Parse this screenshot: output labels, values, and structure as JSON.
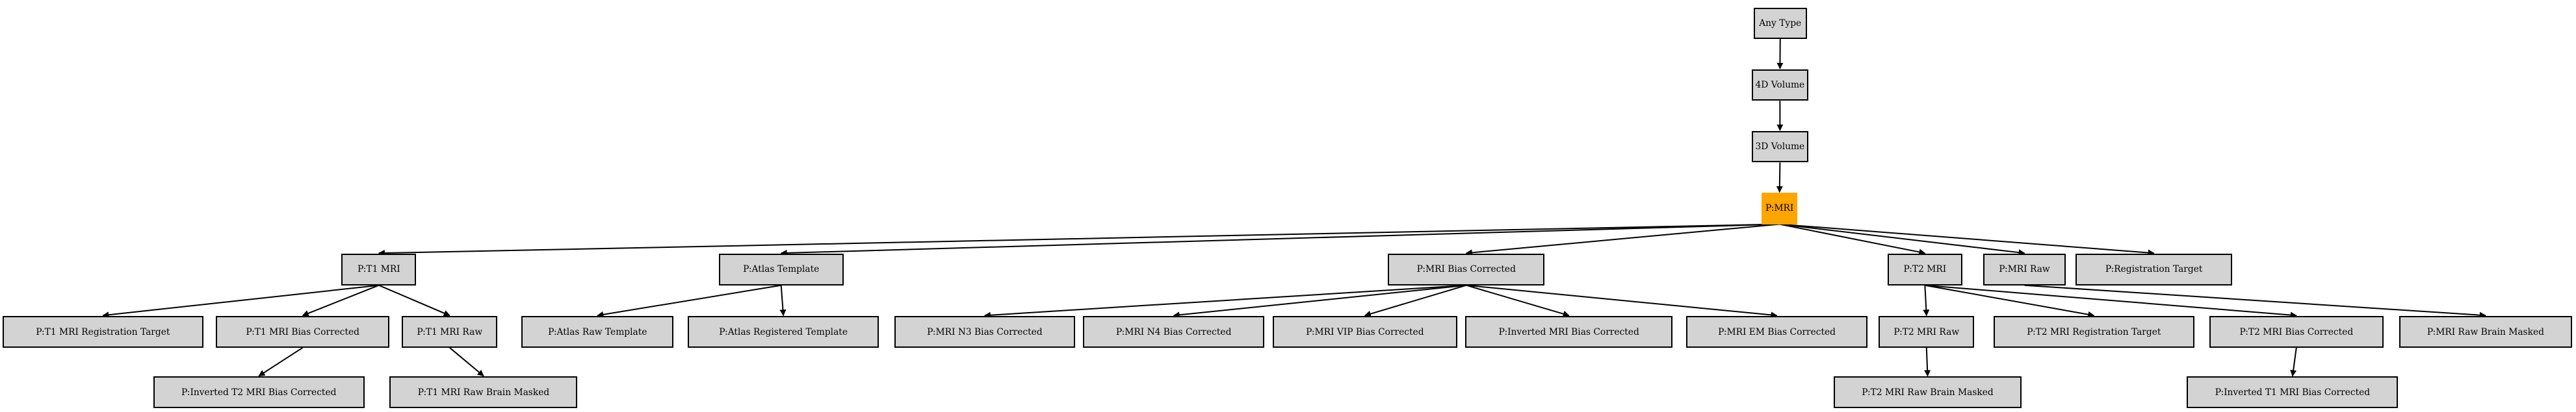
{
  "colors": {
    "node_fill": "#d3d3d3",
    "highlight_fill": "#ffa500",
    "stroke": "#000000"
  },
  "nodes": {
    "any_type": "Any Type",
    "vol_4d": "4D Volume",
    "vol_3d": "3D Volume",
    "p_mri": "P:MRI",
    "p_t1_mri": "P:T1 MRI",
    "p_atlas_template": "P:Atlas Template",
    "p_mri_bias_corrected": "P:MRI Bias Corrected",
    "p_t2_mri": "P:T2 MRI",
    "p_mri_raw": "P:MRI Raw",
    "p_registration_target": "P:Registration Target",
    "p_t1_mri_registration_target": "P:T1 MRI Registration Target",
    "p_t1_mri_bias_corrected": "P:T1 MRI Bias Corrected",
    "p_t1_mri_raw": "P:T1 MRI Raw",
    "p_atlas_raw_template": "P:Atlas Raw Template",
    "p_atlas_registered_template": "P:Atlas Registered Template",
    "p_mri_n3_bias_corrected": "P:MRI N3 Bias Corrected",
    "p_mri_n4_bias_corrected": "P:MRI N4 Bias Corrected",
    "p_mri_vip_bias_corrected": "P:MRI VIP Bias Corrected",
    "p_inverted_mri_bias_corrected": "P:Inverted MRI Bias Corrected",
    "p_mri_em_bias_corrected": "P:MRI EM Bias Corrected",
    "p_t2_mri_raw": "P:T2 MRI Raw",
    "p_t2_mri_registration_target": "P:T2 MRI Registration Target",
    "p_t2_mri_bias_corrected": "P:T2 MRI Bias Corrected",
    "p_mri_raw_brain_masked": "P:MRI Raw Brain Masked",
    "p_inverted_t2_mri_bias_corrected": "P:Inverted T2 MRI Bias Corrected",
    "p_t1_mri_raw_brain_masked": "P:T1 MRI Raw Brain Masked",
    "p_t2_mri_raw_brain_masked": "P:T2 MRI Raw Brain Masked",
    "p_inverted_t1_mri_bias_corrected": "P:Inverted T1 MRI Bias Corrected"
  },
  "edges": [
    [
      "any_type",
      "vol_4d"
    ],
    [
      "vol_4d",
      "vol_3d"
    ],
    [
      "vol_3d",
      "p_mri"
    ],
    [
      "p_mri",
      "p_t1_mri"
    ],
    [
      "p_mri",
      "p_atlas_template"
    ],
    [
      "p_mri",
      "p_mri_bias_corrected"
    ],
    [
      "p_mri",
      "p_t2_mri"
    ],
    [
      "p_mri",
      "p_mri_raw"
    ],
    [
      "p_mri",
      "p_registration_target"
    ],
    [
      "p_t1_mri",
      "p_t1_mri_registration_target"
    ],
    [
      "p_t1_mri",
      "p_t1_mri_bias_corrected"
    ],
    [
      "p_t1_mri",
      "p_t1_mri_raw"
    ],
    [
      "p_t1_mri_bias_corrected",
      "p_inverted_t2_mri_bias_corrected"
    ],
    [
      "p_t1_mri_raw",
      "p_t1_mri_raw_brain_masked"
    ],
    [
      "p_atlas_template",
      "p_atlas_raw_template"
    ],
    [
      "p_atlas_template",
      "p_atlas_registered_template"
    ],
    [
      "p_mri_bias_corrected",
      "p_mri_n3_bias_corrected"
    ],
    [
      "p_mri_bias_corrected",
      "p_mri_n4_bias_corrected"
    ],
    [
      "p_mri_bias_corrected",
      "p_mri_vip_bias_corrected"
    ],
    [
      "p_mri_bias_corrected",
      "p_inverted_mri_bias_corrected"
    ],
    [
      "p_mri_bias_corrected",
      "p_mri_em_bias_corrected"
    ],
    [
      "p_t2_mri",
      "p_t2_mri_raw"
    ],
    [
      "p_t2_mri",
      "p_t2_mri_registration_target"
    ],
    [
      "p_t2_mri",
      "p_t2_mri_bias_corrected"
    ],
    [
      "p_t2_mri_raw",
      "p_t2_mri_raw_brain_masked"
    ],
    [
      "p_t2_mri_bias_corrected",
      "p_inverted_t1_mri_bias_corrected"
    ],
    [
      "p_mri_raw",
      "p_mri_raw_brain_masked"
    ]
  ]
}
